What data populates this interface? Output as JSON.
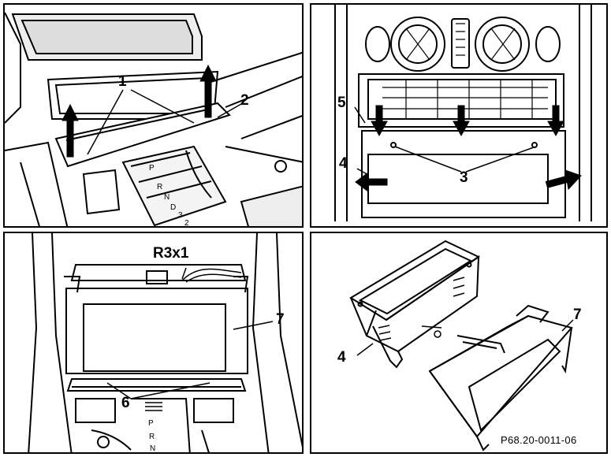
{
  "panel1": {
    "labels": {
      "l1": "1",
      "l2": "2"
    },
    "gear": [
      "P",
      "R",
      "N",
      "D",
      "3",
      "2"
    ]
  },
  "panel2": {
    "labels": {
      "l5": "5",
      "l4": "4",
      "l3": "3"
    }
  },
  "panel3": {
    "labels": {
      "r3x1": "R3x1",
      "l7": "7",
      "l6": "6"
    },
    "gear": [
      "P",
      "R",
      "N"
    ]
  },
  "panel4": {
    "labels": {
      "l4": "4",
      "l7": "7"
    },
    "code": "P68.20-0011-06"
  }
}
